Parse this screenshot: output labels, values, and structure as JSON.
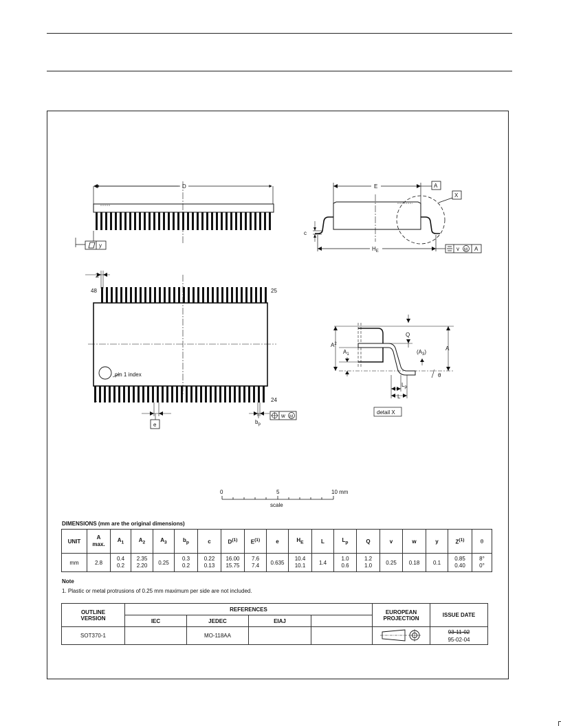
{
  "drawing": {
    "label_D": "D",
    "label_E": "E",
    "datum_A": "A",
    "detail_marker": "X",
    "label_c": "c",
    "label_HE": "H",
    "label_HE_sub": "E",
    "flatness_tol": "y",
    "position_tol": "v",
    "position_tol_mod": "M",
    "position_tol_datum": "A",
    "label_Z": "Z",
    "pin_48": "48",
    "pin_25": "25",
    "pin_1": "1",
    "pin_24": "24",
    "pin1_index": "pin 1 index",
    "label_e": "e",
    "label_bp": "b",
    "label_bp_sub": "p",
    "lead_tol": "w",
    "lead_tol_mod": "M",
    "label_Q": "Q",
    "label_A2": "A",
    "label_A2_sub": "2",
    "label_A1": "A",
    "label_A1_sub": "1",
    "label_A3": "(A",
    "label_A3_sub": "3",
    "label_A3_close": ")",
    "label_A": "A",
    "label_theta": "θ",
    "label_Lp": "L",
    "label_Lp_sub": "p",
    "label_L": "L",
    "detail_label": "detail X"
  },
  "scale": {
    "tick0": "0",
    "tick5": "5",
    "tick10": "10 mm",
    "caption": "scale"
  },
  "dimensions": {
    "title": "DIMENSIONS (mm are the original dimensions)",
    "headers": {
      "unit": "UNIT",
      "a_max_1": "A",
      "a_max_2": "max.",
      "a1": "A",
      "a1_sub": "1",
      "a2": "A",
      "a2_sub": "2",
      "a3": "A",
      "a3_sub": "3",
      "bp": "b",
      "bp_sub": "p",
      "c": "c",
      "d": "D",
      "d_sup": "(1)",
      "e_body": "E",
      "e_body_sup": "(1)",
      "e": "e",
      "he": "H",
      "he_sub": "E",
      "l": "L",
      "lp": "L",
      "lp_sub": "p",
      "q": "Q",
      "v": "v",
      "w": "w",
      "y": "y",
      "z": "Z",
      "z_sup": "(1)",
      "theta": "θ"
    },
    "row": {
      "unit": "mm",
      "a_max": "2.8",
      "a1_max": "0.4",
      "a1_min": "0.2",
      "a2_max": "2.35",
      "a2_min": "2.20",
      "a3": "0.25",
      "bp_max": "0.3",
      "bp_min": "0.2",
      "c_max": "0.22",
      "c_min": "0.13",
      "d_max": "16.00",
      "d_min": "15.75",
      "e_body_max": "7.6",
      "e_body_min": "7.4",
      "e": "0.635",
      "he_max": "10.4",
      "he_min": "10.1",
      "l": "1.4",
      "lp_max": "1.0",
      "lp_min": "0.6",
      "q_max": "1.2",
      "q_min": "1.0",
      "v": "0.25",
      "w": "0.18",
      "y": "0.1",
      "z_max": "0.85",
      "z_min": "0.40",
      "theta_max": "8°",
      "theta_min": "0°"
    }
  },
  "note": {
    "title": "Note",
    "text": "1. Plastic or metal protrusions of 0.25 mm maximum per side are not included."
  },
  "references": {
    "outline_version_1": "OUTLINE",
    "outline_version_2": "VERSION",
    "references": "REFERENCES",
    "iec": "IEC",
    "jedec": "JEDEC",
    "eiaj": "EIAJ",
    "projection_1": "EUROPEAN",
    "projection_2": "PROJECTION",
    "issue_date": "ISSUE DATE",
    "outline_value": "SOT370-1",
    "iec_value": "",
    "jedec_value": "MO-118AA",
    "eiaj_value": "",
    "extra_value": "",
    "date_old": "93-11-02",
    "date_new": "95-02-04"
  }
}
